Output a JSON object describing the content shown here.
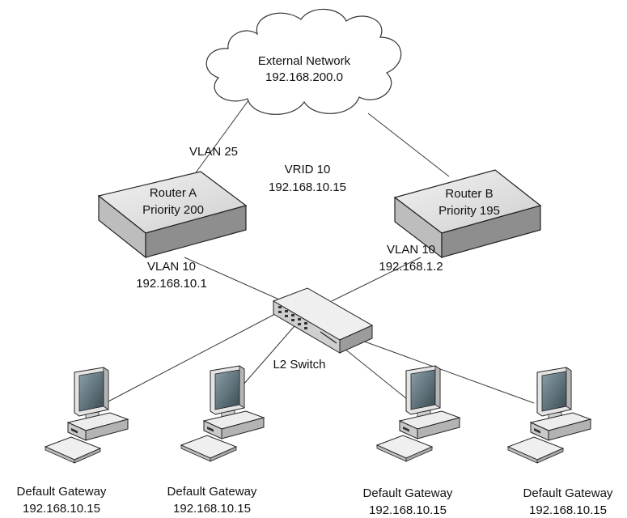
{
  "cloud": {
    "line1": "External Network",
    "line2": "192.168.200.0"
  },
  "vrid": {
    "line1": "VRID 10",
    "line2": "192.168.10.15"
  },
  "router_a": {
    "line1": "Router A",
    "line2": "Priority 200",
    "uplink_vlan": "VLAN 25",
    "vlan": "VLAN 10",
    "ip": "192.168.10.1"
  },
  "router_b": {
    "line1": "Router B",
    "line2": "Priority 195",
    "vlan": "VLAN 10",
    "ip": "192.168.1.2"
  },
  "switch": {
    "label": "L2 Switch"
  },
  "hosts": [
    {
      "line1": "Default Gateway",
      "line2": "192.168.10.15"
    },
    {
      "line1": "Default Gateway",
      "line2": "192.168.10.15"
    },
    {
      "line1": "Default Gateway",
      "line2": "192.168.10.15"
    },
    {
      "line1": "Default Gateway",
      "line2": "192.168.10.15"
    }
  ],
  "colors": {
    "router_top": "#e6e6e6",
    "router_side": "#9a9a9a",
    "monitor_frame": "#d8d8d8",
    "screen": "#5a6a72"
  }
}
